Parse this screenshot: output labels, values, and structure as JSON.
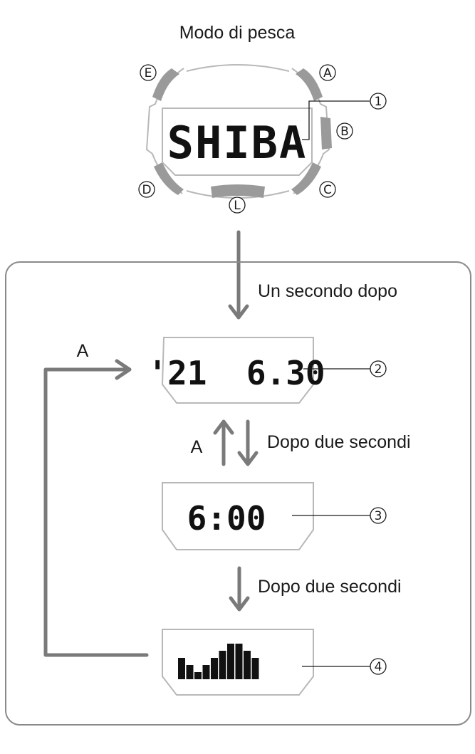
{
  "title": "Modo di pesca",
  "watch": {
    "display_text": "SHIBA",
    "buttons": {
      "E": "E",
      "A": "A",
      "B": "B",
      "C": "C",
      "D": "D",
      "L": "L"
    },
    "callout": "1"
  },
  "steps": {
    "after_one_second": "Un secondo dopo",
    "after_two_seconds_1": "Dopo due secondi",
    "after_two_seconds_2": "Dopo due secondi",
    "press_a_up": "A",
    "press_a_return": "A"
  },
  "screens": {
    "date": {
      "text": "'21  6.30",
      "callout": "2"
    },
    "time": {
      "text": "6:00",
      "callout": "3"
    },
    "graph": {
      "callout": "4",
      "bar_levels": [
        3,
        2,
        1,
        2,
        3,
        4,
        5,
        5,
        4,
        3
      ]
    }
  }
}
